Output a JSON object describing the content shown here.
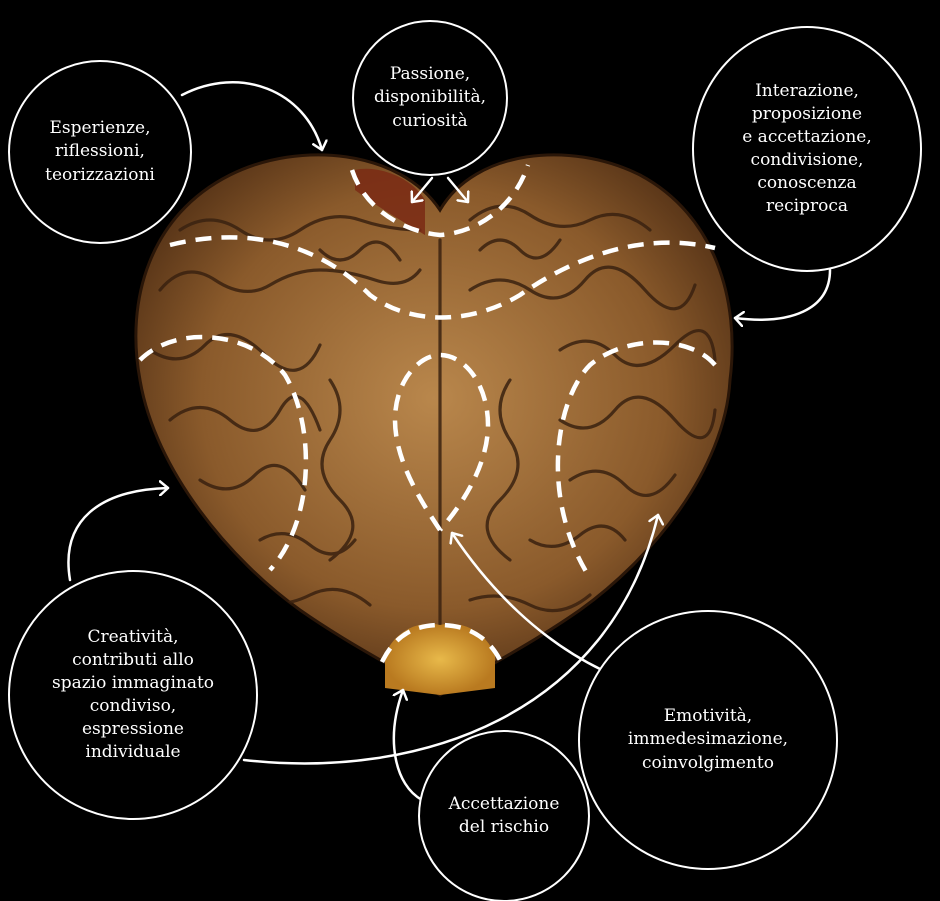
{
  "labels": {
    "esperienze": "Esperienze,\nriflessioni,\nteorizzazioni",
    "passione": "Passione,\ndisponibilità,\ncuriosità",
    "interazione": "Interazione,\nproposizione\ne accettazione,\ncondivisione,\nconoscenza\nreciproca",
    "creativita": "Creatività,\ncontributi allo\nspazio immaginato\ncondiviso,\nespressione\nindividuale",
    "emotivita": "Emotività,\nimmedesimazione,\ncoinvolgimento",
    "rischio": "Accettazione\ndel rischio"
  },
  "colors": {
    "background": "#000000",
    "line": "#ffffff",
    "brain_base": "#8a5a2b",
    "brain_light": "#b9874c",
    "brain_dark": "#3a2210",
    "brain_accent_red": "#7a2a14",
    "brain_accent_yellow": "#d9a53a"
  }
}
